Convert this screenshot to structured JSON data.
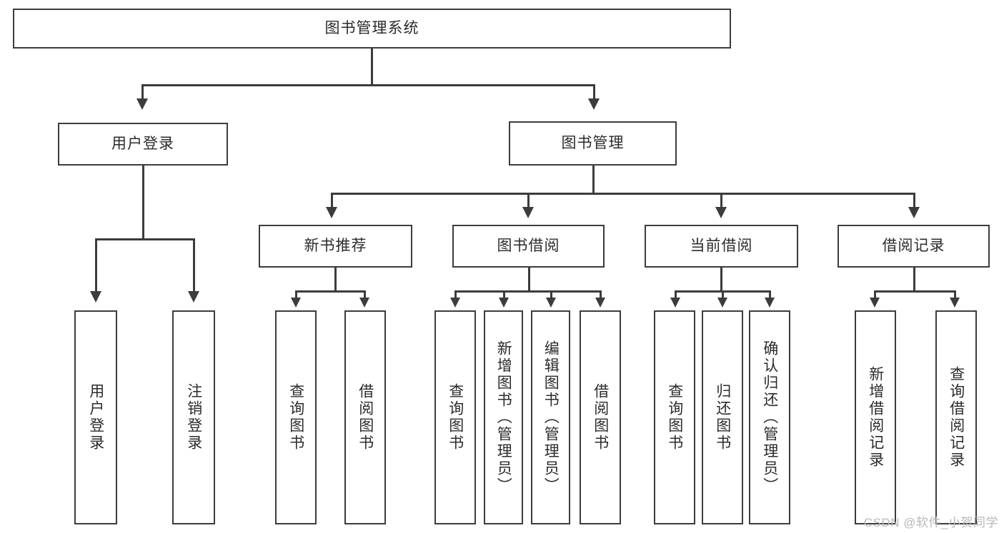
{
  "diagram": {
    "type": "tree-hierarchy-chart",
    "title": "图书管理系统",
    "colors": {
      "background": "#ffffff",
      "border": "#3c3c3c",
      "text": "#2b2b2b",
      "watermark": "#b8b8b8"
    },
    "root": {
      "label": "图书管理系统",
      "level": 1
    },
    "level2": [
      {
        "label": "用户登录"
      },
      {
        "label": "图书管理"
      }
    ],
    "level3": [
      {
        "label": "新书推荐"
      },
      {
        "label": "图书借阅"
      },
      {
        "label": "当前借阅"
      },
      {
        "label": "借阅记录"
      }
    ],
    "leaves": {
      "user_login": [
        {
          "label": "用户登录"
        },
        {
          "label": "注销登录"
        }
      ],
      "new_book_recommend": [
        {
          "label": "查询图书"
        },
        {
          "label": "借阅图书"
        }
      ],
      "book_borrow": [
        {
          "label": "查询图书"
        },
        {
          "label": "新增图书（管理员）"
        },
        {
          "label": "编辑图书（管理员）"
        },
        {
          "label": "借阅图书"
        }
      ],
      "current_borrow": [
        {
          "label": "查询图书"
        },
        {
          "label": "归还图书"
        },
        {
          "label": "确认归还（管理员）"
        }
      ],
      "borrow_record": [
        {
          "label": "新增借阅记录"
        },
        {
          "label": "查询借阅记录"
        }
      ]
    }
  },
  "watermark": {
    "text": "CSDN @软件_小贺同学"
  }
}
